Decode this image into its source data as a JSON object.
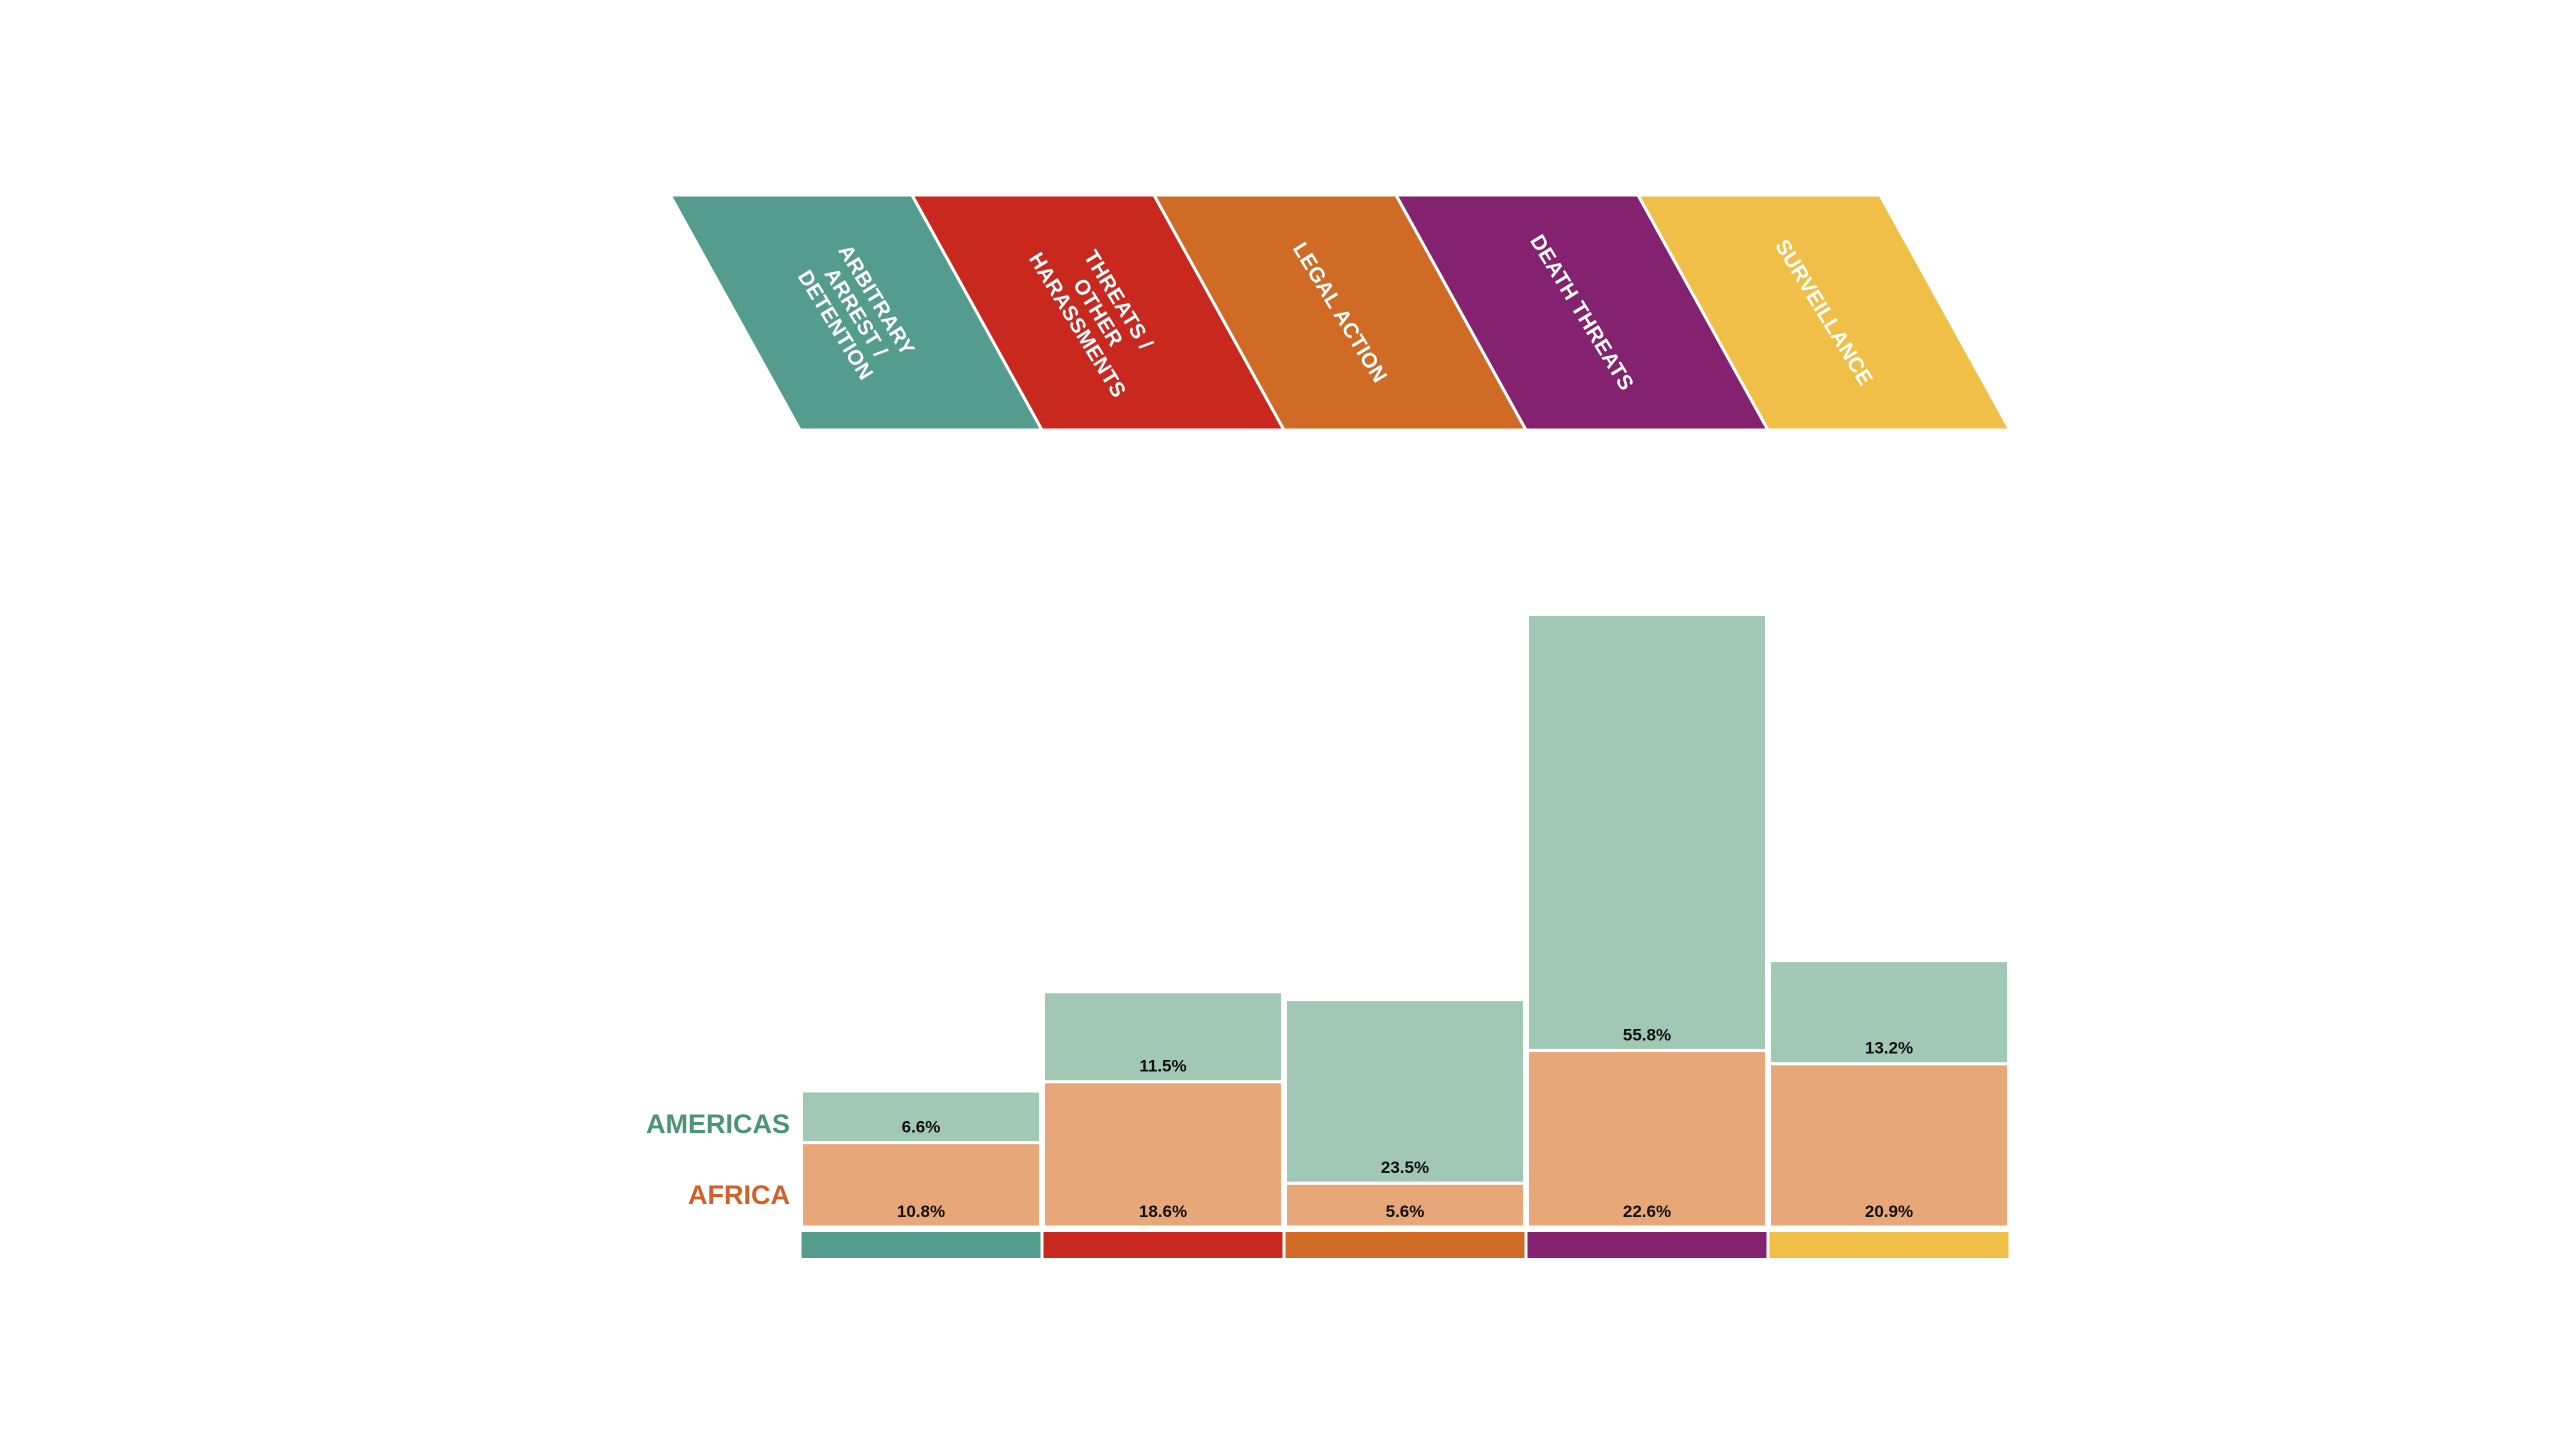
{
  "chart_data": {
    "type": "bar",
    "stacked": true,
    "categories": [
      "ARBITRARY ARREST / DETENTION",
      "THREATS / OTHER HARASSMENTS",
      "LEGAL ACTION",
      "DEATH THREATS",
      "SURVEILLANCE"
    ],
    "category_lines": [
      [
        "ARBITRARY",
        "ARREST /",
        "DETENTION"
      ],
      [
        "THREATS /",
        "OTHER",
        "HARASSMENTS"
      ],
      [
        "LEGAL ACTION"
      ],
      [
        "DEATH THREATS"
      ],
      [
        "SURVEILLANCE"
      ]
    ],
    "category_colors": [
      "#549c8d",
      "#c8281e",
      "#cf6b25",
      "#84226f",
      "#f0bf47"
    ],
    "series": [
      {
        "name": "AFRICA",
        "values": [
          10.8,
          18.6,
          5.6,
          22.6,
          20.9
        ],
        "value_labels": [
          "10.8%",
          "18.6%",
          "5.6%",
          "22.6%",
          "20.9%"
        ],
        "color": "#e8a779",
        "label_color": "#d0612a"
      },
      {
        "name": "AMERICAS",
        "values": [
          6.6,
          11.5,
          23.5,
          55.8,
          13.2
        ],
        "value_labels": [
          "6.6%",
          "11.5%",
          "23.5%",
          "55.8%",
          "13.2%"
        ],
        "color": "#a1c7b5",
        "label_color": "#4b9478"
      }
    ],
    "ylim": [
      0,
      82
    ],
    "grid": false,
    "legend": "left"
  }
}
